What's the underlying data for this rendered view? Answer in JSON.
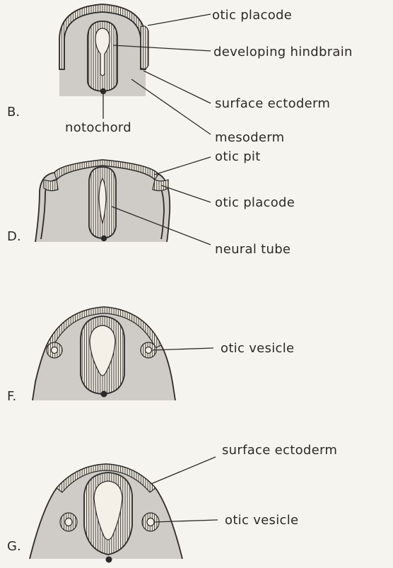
{
  "colors": {
    "background": "#f6f4ee",
    "mesoderm_fill": "#cfcbc6",
    "tissue_fill": "#e7e2d9",
    "line": "#2c2a28"
  },
  "panels": {
    "b": {
      "letter": "B.",
      "labels": {
        "otic_placode": "otic placode",
        "developing_hindbrain": "developing hindbrain",
        "surface_ectoderm": "surface ectoderm",
        "mesoderm": "mesoderm",
        "notochord": "notochord"
      }
    },
    "d": {
      "letter": "D.",
      "labels": {
        "otic_pit": "otic pit",
        "otic_placode": "otic placode",
        "neural_tube": "neural tube"
      }
    },
    "f": {
      "letter": "F.",
      "labels": {
        "otic_vesicle": "otic vesicle"
      }
    },
    "g": {
      "letter": "G.",
      "labels": {
        "surface_ectoderm": "surface ectoderm",
        "otic_vesicle": "otic vesicle"
      }
    }
  }
}
